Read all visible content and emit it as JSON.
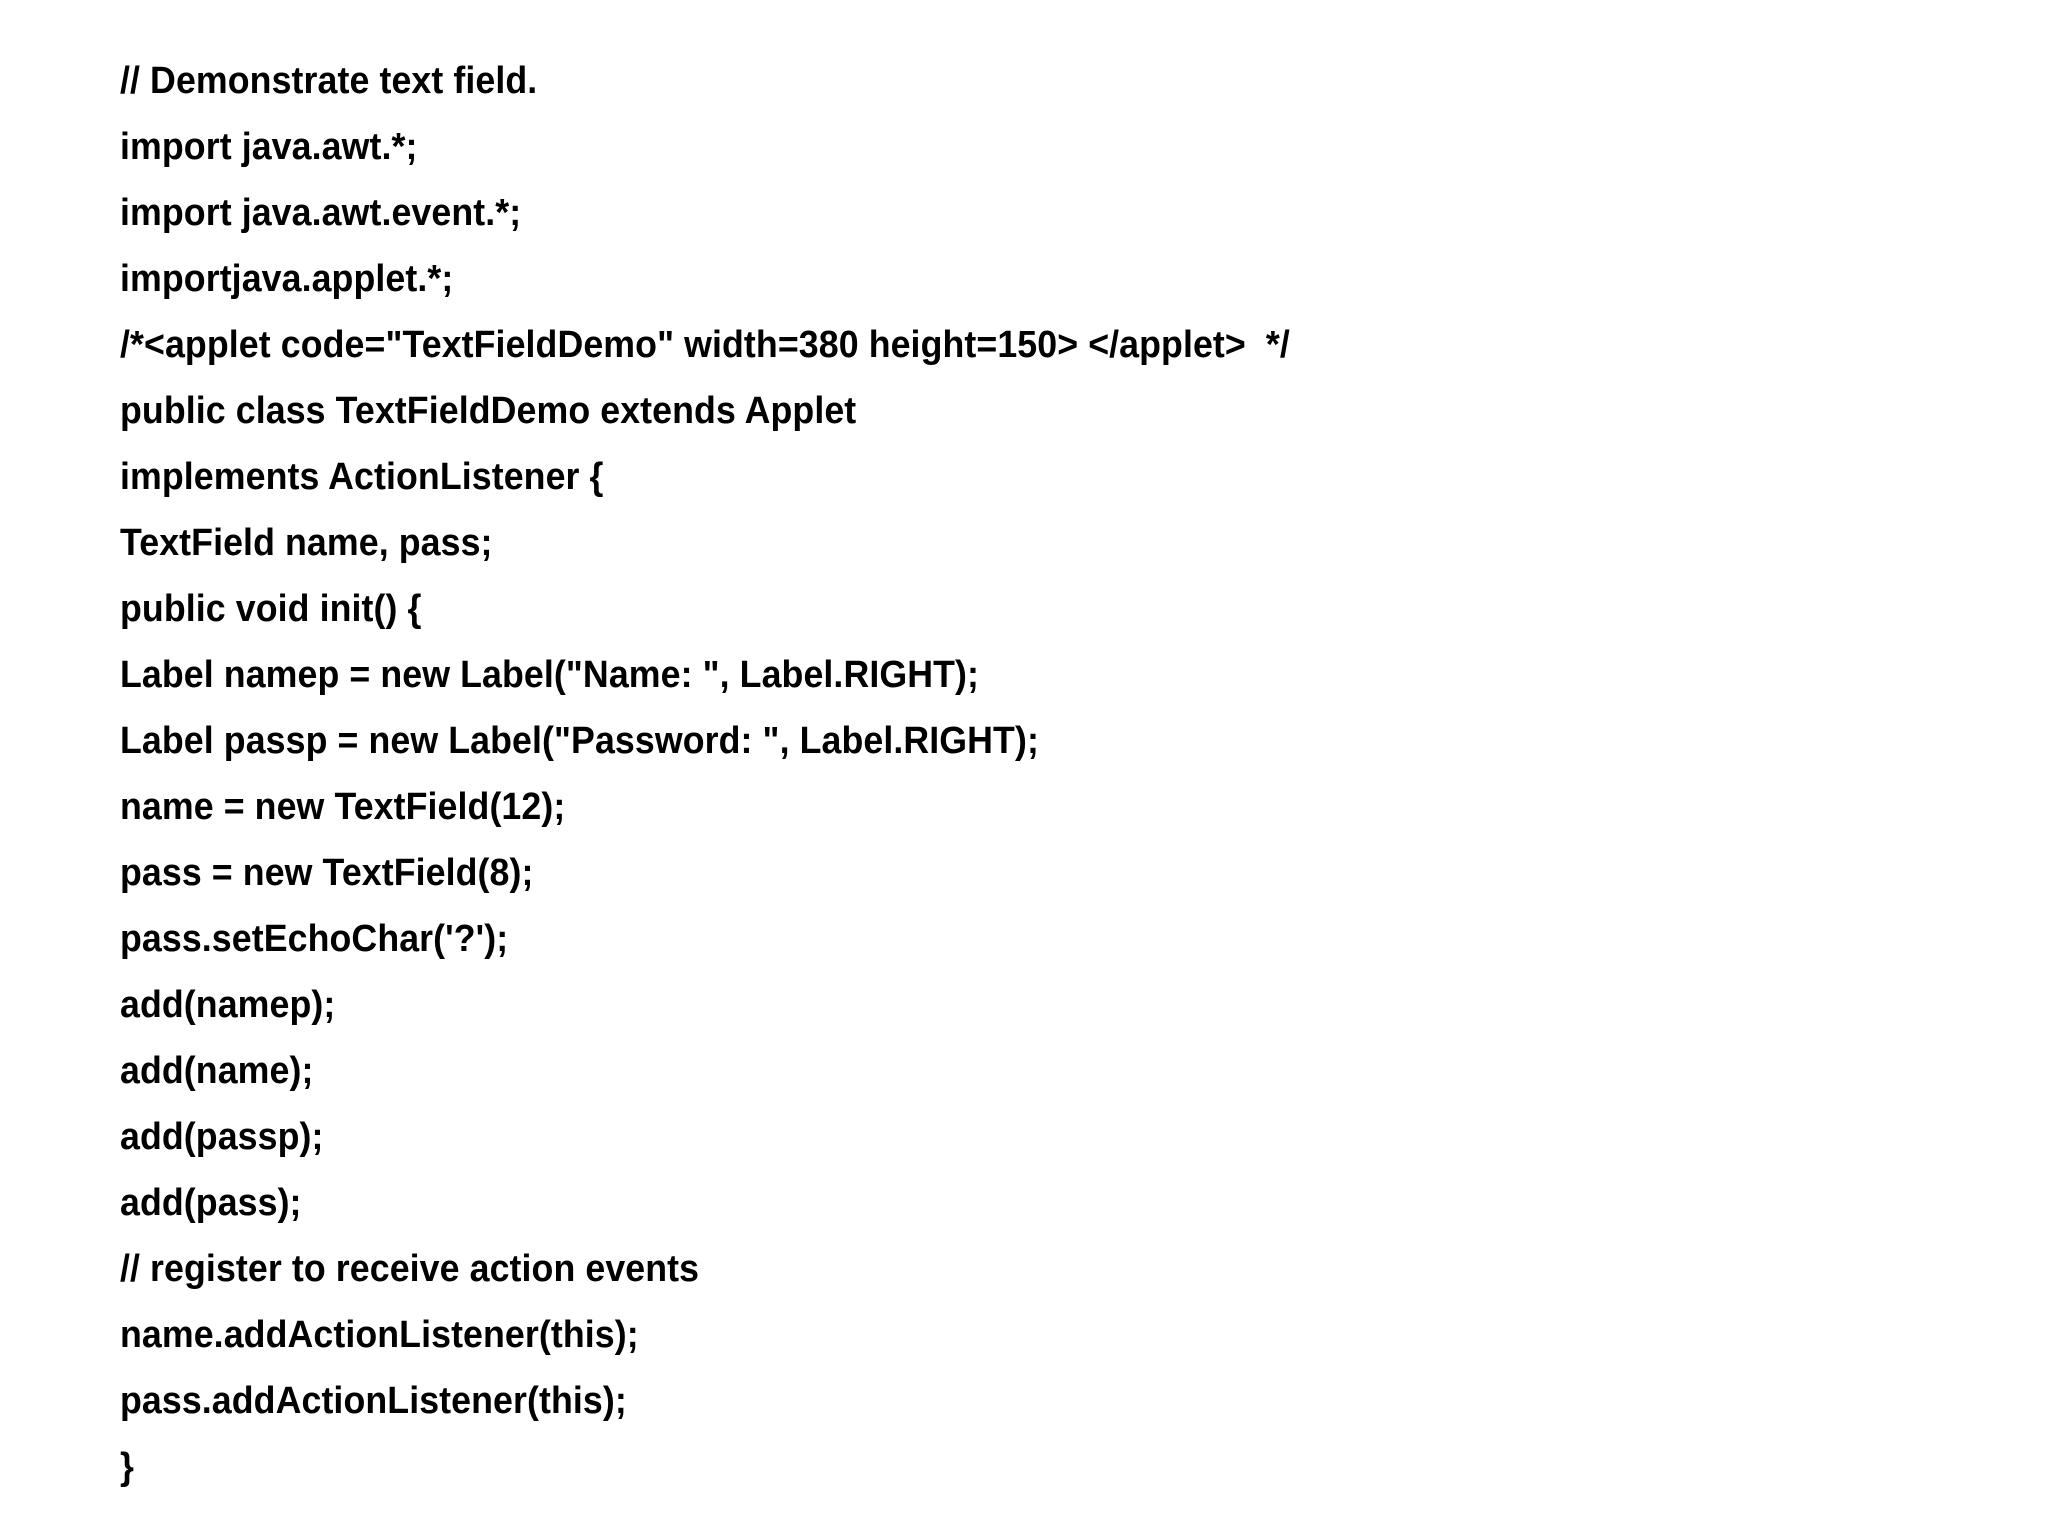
{
  "document": {
    "type": "code-listing",
    "language": "Java",
    "background_color": "#FFFFFF",
    "text_color": "#000000",
    "title_line": "// Demonstrate text field.",
    "code_lines": [
      "// Demonstrate text field.",
      "import java.awt.*;",
      "import java.awt.event.*;",
      "importjava.applet.*;",
      "/*<applet code=\"TextFieldDemo\" width=380 height=150> </applet>  */",
      "public class TextFieldDemo extends Applet",
      "implements ActionListener {",
      "TextField name, pass;",
      "public void init() {",
      "Label namep = new Label(\"Name: \", Label.RIGHT);",
      "Label passp = new Label(\"Password: \", Label.RIGHT);",
      "name = new TextField(12);",
      "pass = new TextField(8);",
      "pass.setEchoChar('?');",
      "add(namep);",
      "add(name);",
      "add(passp);",
      "add(pass);",
      "// register to receive action events",
      "name.addActionListener(this);",
      "pass.addActionListener(this);",
      "}"
    ]
  }
}
